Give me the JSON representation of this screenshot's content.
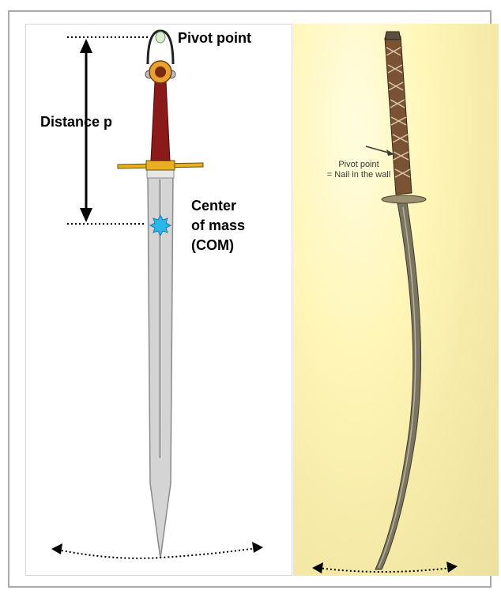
{
  "left_figure": {
    "pivot_label": "Pivot point",
    "distance_label": "Distance p",
    "com_label_line1": "Center",
    "com_label_line2": "of mass",
    "com_label_line3": "(COM)"
  },
  "right_photo": {
    "note_line1": "Pivot point",
    "note_line2": "= Nail in the wall"
  },
  "colors": {
    "grip": "#8b1a1a",
    "guard": "#e8b020",
    "blade": "#d4d4d4",
    "com_marker": "#29b6e8",
    "katana_handle": "#7a5234"
  }
}
